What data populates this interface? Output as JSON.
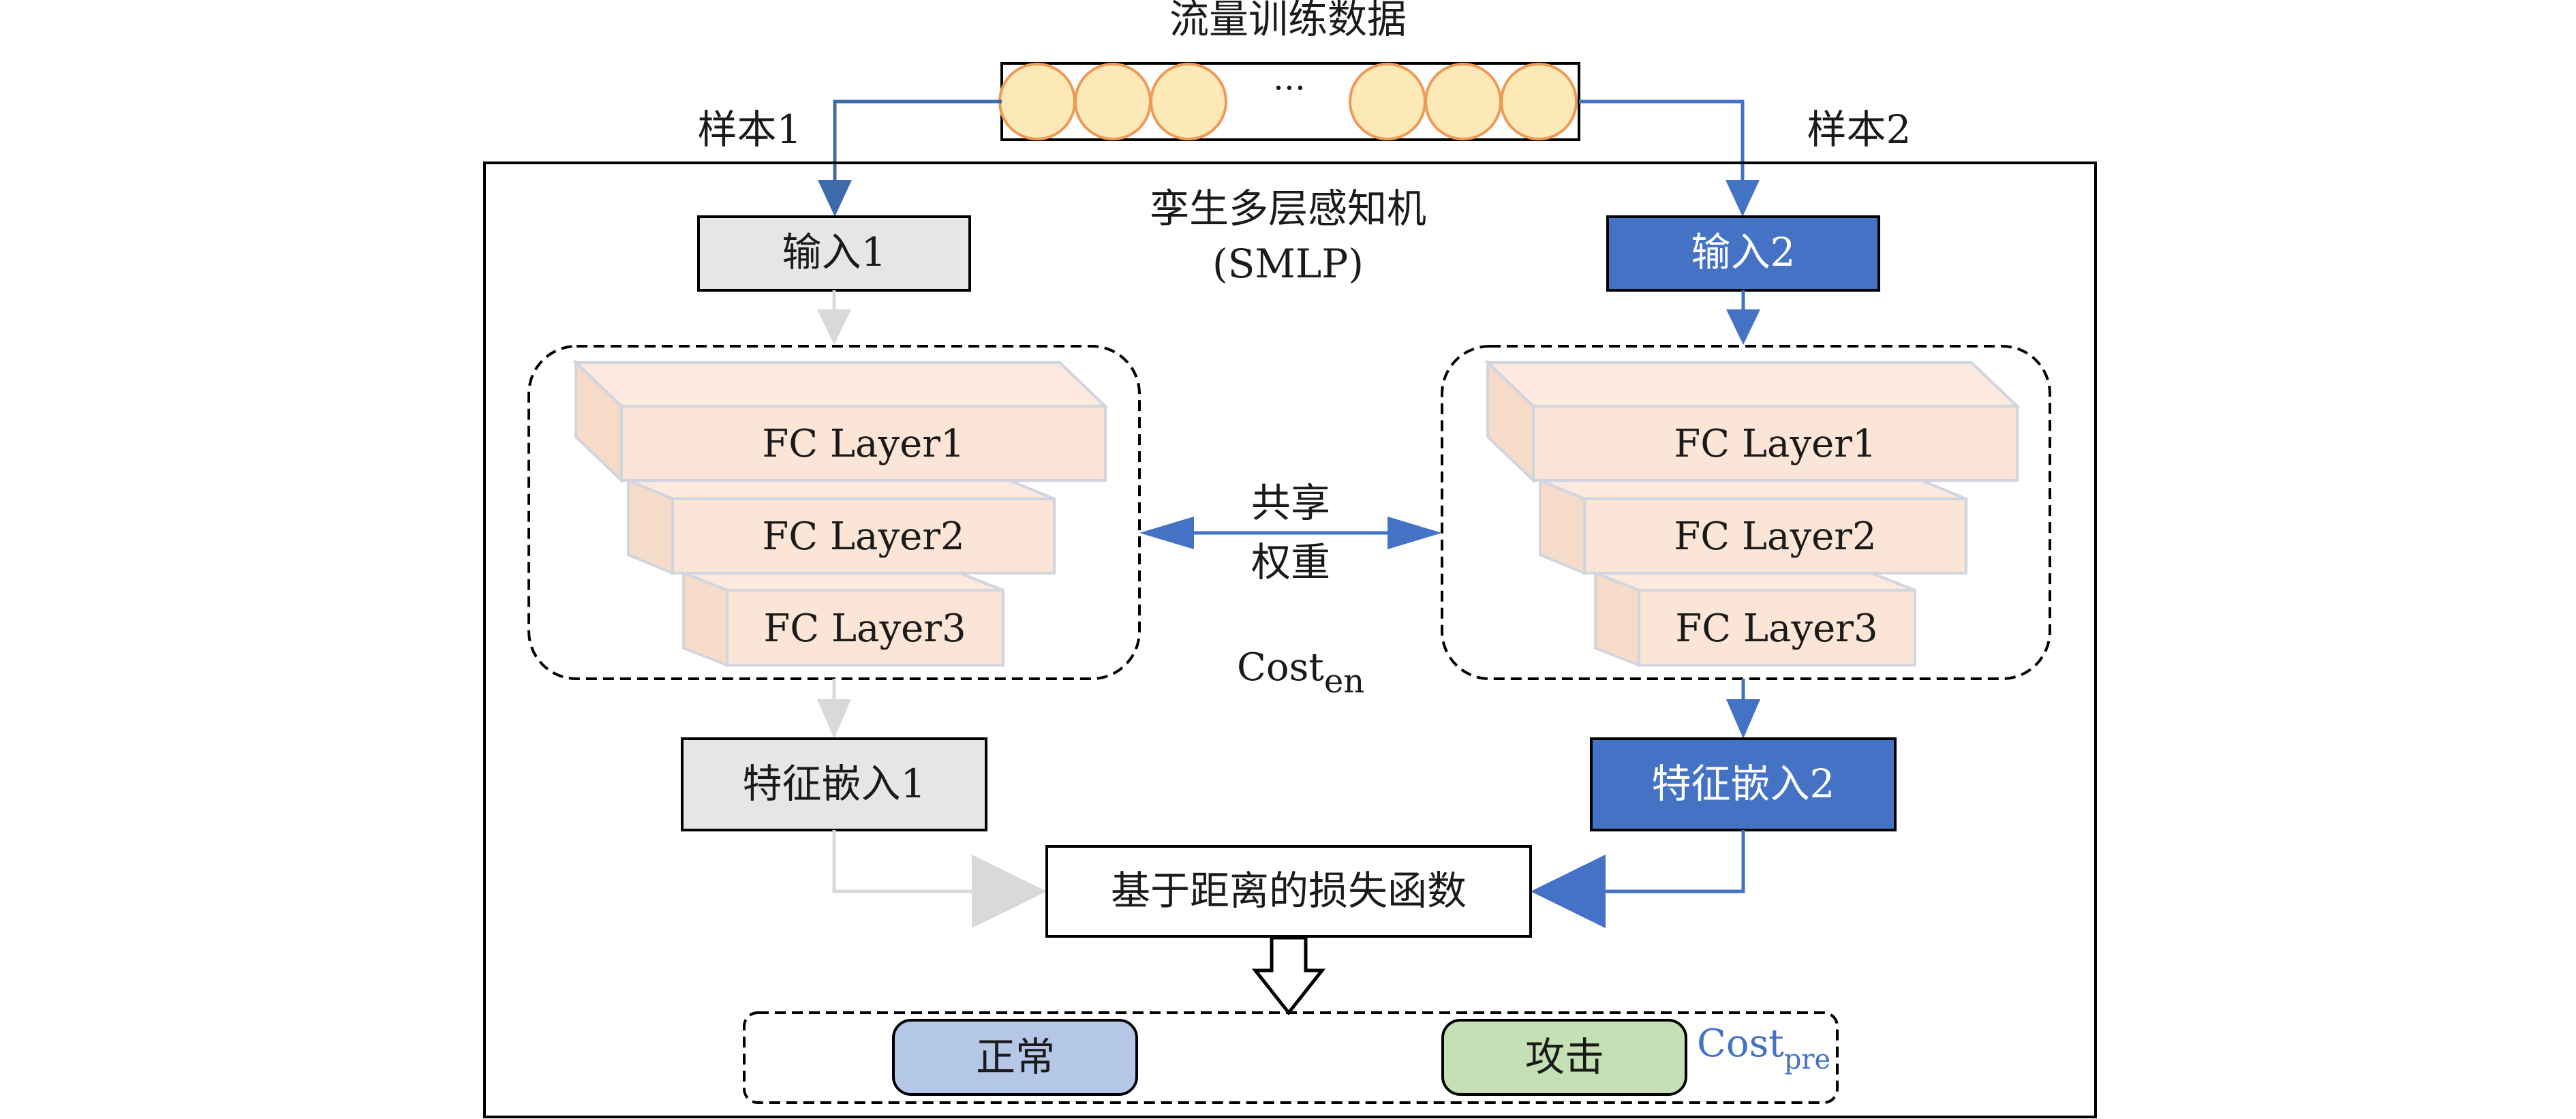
{
  "data_source": {
    "title": "流量训练数据",
    "ellipsis": "···"
  },
  "samples": {
    "left": "样本1",
    "right": "样本2"
  },
  "model": {
    "title_line1": "孪生多层感知机",
    "title_line2": "(SMLP)"
  },
  "inputs": {
    "left": "输入1",
    "right": "输入2"
  },
  "layers": [
    "FC Layer1",
    "FC Layer2",
    "FC Layer3"
  ],
  "shared_weights": {
    "line1": "共享",
    "line2": "权重"
  },
  "cost_en": {
    "base": "Cost",
    "sub": "en"
  },
  "embeddings": {
    "left": "特征嵌入1",
    "right": "特征嵌入2"
  },
  "loss": "基于距离的损失函数",
  "outputs": {
    "normal": "正常",
    "attack": "攻击"
  },
  "cost_pre": {
    "base": "Cost",
    "sub": "pre"
  },
  "colors": {
    "blue": "#4472c4",
    "blue_dark": "#3d6aa8",
    "gray_box": "#e6e6e6",
    "gray_arrow": "#d9d9d9",
    "layer_fill": "#fae5d6",
    "circle_fill": "#fde9b8",
    "circle_stroke": "#ee9a55",
    "normal_fill": "#b4c7e7",
    "attack_fill": "#c5e0b4"
  }
}
